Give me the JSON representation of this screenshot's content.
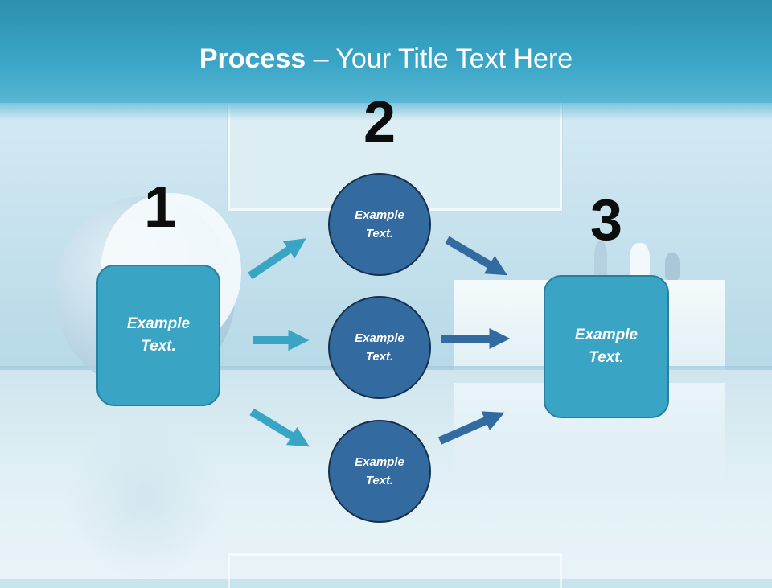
{
  "title": {
    "bold": "Process",
    "rest": " – Your Title Text Here"
  },
  "steps": {
    "one": {
      "number": "1",
      "text": "Example\nText."
    },
    "two": {
      "number": "2",
      "circles": [
        {
          "text": "Example\nText."
        },
        {
          "text": "Example\nText."
        },
        {
          "text": "Example\nText."
        }
      ]
    },
    "three": {
      "number": "3",
      "text": "Example\nText."
    }
  },
  "colors": {
    "header": "#3aa5c7",
    "box_fill": "#3aa4c4",
    "circle_fill": "#336a9f",
    "arrow_light": "#3aa4c4",
    "arrow_dark": "#336a9f"
  }
}
